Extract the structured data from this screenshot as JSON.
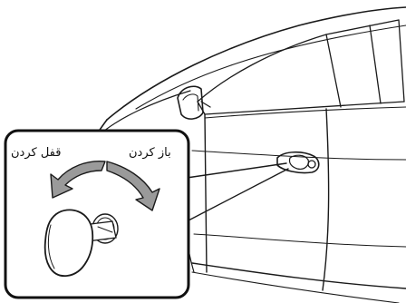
{
  "labels": {
    "lock": "قفل کردن",
    "unlock": "باز کردن"
  },
  "colors": {
    "line": "#1a1a1a",
    "arrow_fill": "#9a9a9a",
    "background": "#ffffff"
  },
  "icons": {
    "lock_arrow": "curved-arrow-counterclockwise",
    "unlock_arrow": "curved-arrow-clockwise",
    "key": "car-key-icon"
  }
}
